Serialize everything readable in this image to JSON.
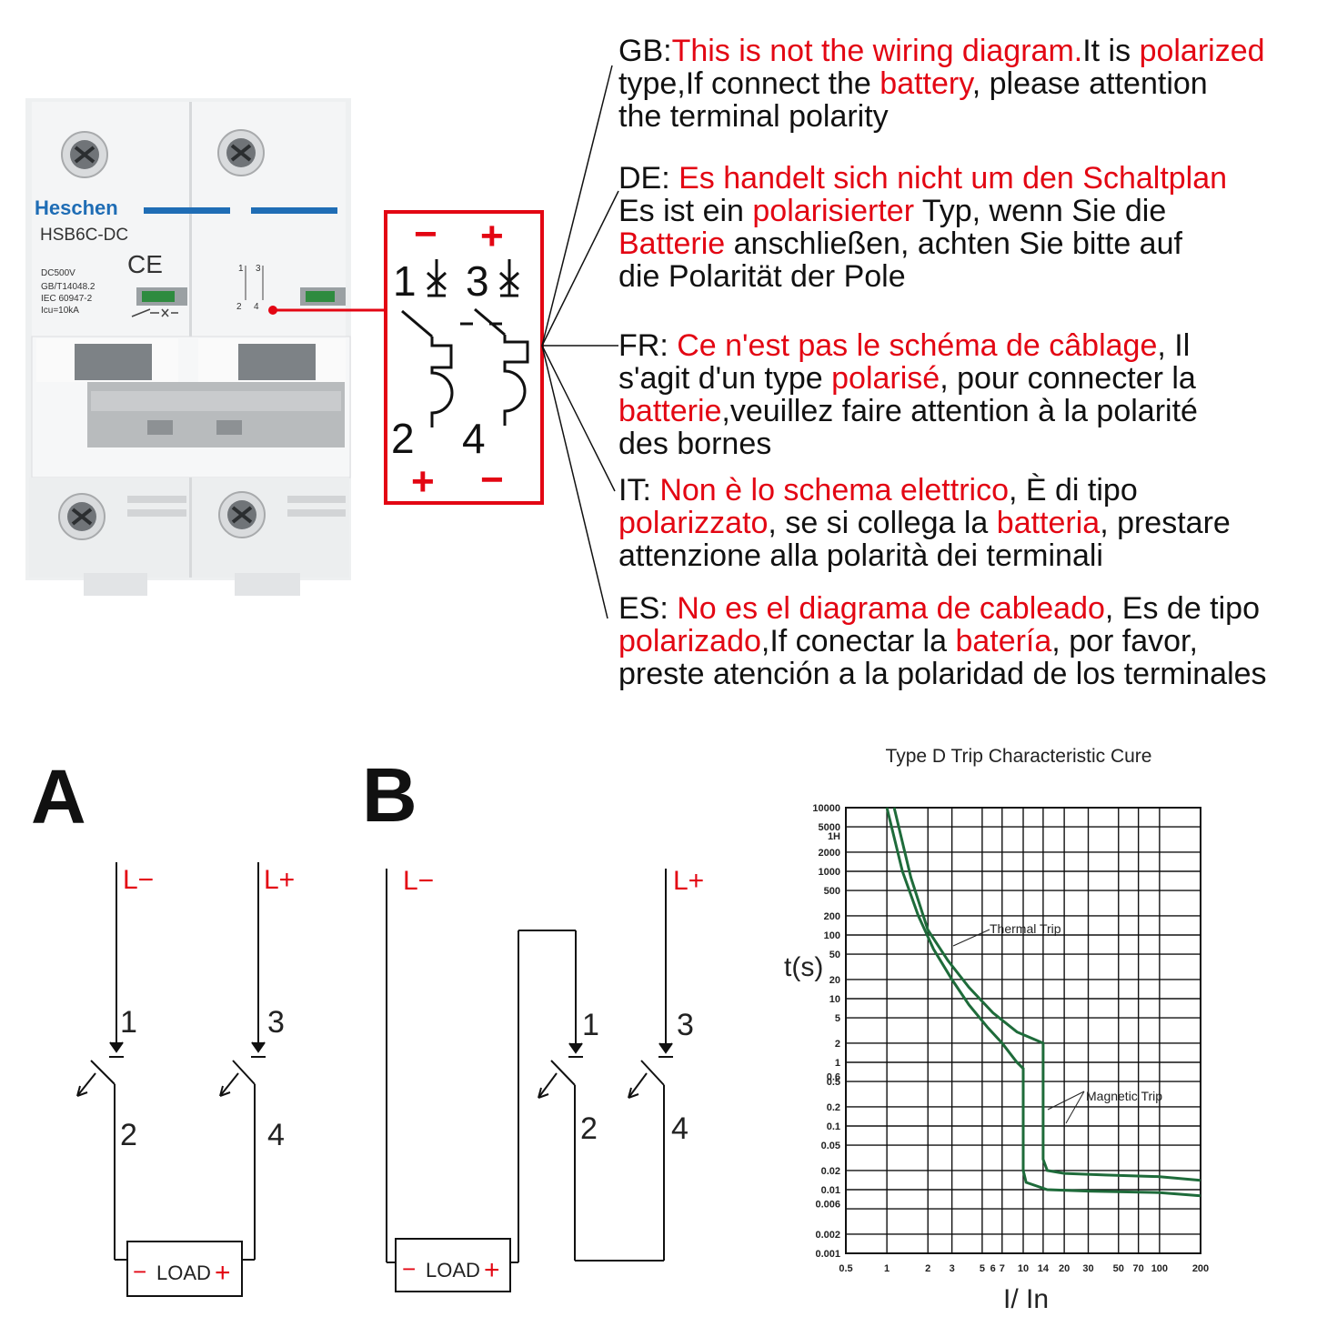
{
  "breaker": {
    "brand": "Heschen",
    "model": "HSB6C-DC",
    "ce_mark": "CE",
    "specs": [
      "DC500V",
      "GB/T14048.2",
      "IEC 60947-2",
      "Icu=10kA"
    ],
    "symbol_mini": [
      "1",
      "3",
      "2",
      "4"
    ]
  },
  "polarity_box": {
    "top_left_sign": "−",
    "top_right_sign": "+",
    "bottom_left_sign": "+",
    "bottom_right_sign": "−",
    "terminals": [
      "1",
      "3",
      "2",
      "4"
    ],
    "color": "#e30613"
  },
  "notes": [
    {
      "lines": [
        [
          {
            "t": "GB:",
            "r": false
          },
          {
            "t": "This is not the wiring diagram.",
            "r": true
          },
          {
            "t": "It is ",
            "r": false
          },
          {
            "t": "polarized",
            "r": true
          }
        ],
        [
          {
            "t": " type,If connect the ",
            "r": false
          },
          {
            "t": "battery",
            "r": true
          },
          {
            "t": ", please attention",
            "r": false
          }
        ],
        [
          {
            "t": "the terminal polarity",
            "r": false
          }
        ]
      ]
    },
    {
      "lines": [
        [
          {
            "t": "DE: ",
            "r": false
          },
          {
            "t": "Es handelt sich nicht um den Schaltplan",
            "r": true
          }
        ],
        [
          {
            "t": "Es ist ein ",
            "r": false
          },
          {
            "t": "polarisierter",
            "r": true
          },
          {
            "t": " Typ, wenn Sie die",
            "r": false
          }
        ],
        [
          {
            "t": "Batterie",
            "r": true
          },
          {
            "t": " anschließen, achten Sie bitte auf",
            "r": false
          }
        ],
        [
          {
            "t": "die Polarität der Pole",
            "r": false
          }
        ]
      ]
    },
    {
      "lines": [
        [
          {
            "t": "FR: ",
            "r": false
          },
          {
            "t": "Ce n'est pas le schéma de câblage",
            "r": true
          },
          {
            "t": ", Il",
            "r": false
          }
        ],
        [
          {
            "t": "s'agit d'un type ",
            "r": false
          },
          {
            "t": "polarisé",
            "r": true
          },
          {
            "t": ", pour connecter la",
            "r": false
          }
        ],
        [
          {
            "t": "batterie",
            "r": true
          },
          {
            "t": ",veuillez faire attention à la polarité",
            "r": false
          }
        ],
        [
          {
            "t": "des bornes",
            "r": false
          }
        ]
      ]
    },
    {
      "lines": [
        [
          {
            "t": "IT: ",
            "r": false
          },
          {
            "t": "Non è lo schema elettrico",
            "r": true
          },
          {
            "t": ", È di tipo",
            "r": false
          }
        ],
        [
          {
            "t": "polarizzato",
            "r": true
          },
          {
            "t": ", se si collega la ",
            "r": false
          },
          {
            "t": "batteria",
            "r": true
          },
          {
            "t": ", prestare",
            "r": false
          }
        ],
        [
          {
            "t": "attenzione alla polarità dei terminali",
            "r": false
          }
        ]
      ]
    },
    {
      "lines": [
        [
          {
            "t": "ES: ",
            "r": false
          },
          {
            "t": "No es el diagrama de cableado",
            "r": true
          },
          {
            "t": ", Es de tipo",
            "r": false
          }
        ],
        [
          {
            "t": "polarizado",
            "r": true
          },
          {
            "t": ",If conectar la ",
            "r": false
          },
          {
            "t": "batería",
            "r": true
          },
          {
            "t": ", por favor,",
            "r": false
          }
        ],
        [
          {
            "t": "preste atención a la polaridad de los terminales",
            "r": false
          }
        ]
      ]
    }
  ],
  "diagram_a": {
    "letter": "A",
    "left_label": "L−",
    "right_label": "L+",
    "terminals": [
      "1",
      "2",
      "3",
      "4"
    ],
    "load": {
      "minus": "−",
      "label": "LOAD",
      "plus": "+"
    }
  },
  "diagram_b": {
    "letter": "B",
    "left_label": "L−",
    "right_label": "L+",
    "terminals": [
      "1",
      "2",
      "3",
      "4"
    ],
    "load": {
      "minus": "−",
      "label": "LOAD",
      "plus": "+"
    }
  },
  "chart_data": {
    "type": "line",
    "title": "Type D Trip Characteristic Cure",
    "xlabel": "I/ In",
    "ylabel": "t(s)",
    "x_ticks": [
      "0.5",
      "1",
      "2",
      "3",
      "5",
      "6",
      "7",
      "10",
      "14",
      "20",
      "30",
      "50",
      "70",
      "100",
      "200"
    ],
    "y_ticks": [
      "10000",
      "5000",
      "1H",
      "2000",
      "1000",
      "500",
      "200",
      "100",
      "50",
      "20",
      "10",
      "5",
      "2",
      "1",
      "0.6",
      "0.5",
      "0.2",
      "0.1",
      "0.05",
      "0.02",
      "0.01",
      "0.006",
      "0.002",
      "0.001"
    ],
    "annotations": [
      "Thermal Trip",
      "Magnetic Trip"
    ],
    "log_scale": true,
    "grid": true,
    "curve_color": "#1e6b3a",
    "series": [
      {
        "x": [
          1.0,
          1.3,
          1.7,
          2.2,
          3,
          4,
          5.5,
          7,
          9,
          10,
          10,
          10.5,
          15,
          30,
          100,
          200
        ],
        "y": [
          10000,
          1000,
          200,
          60,
          20,
          8,
          3.5,
          2,
          1,
          0.8,
          0.02,
          0.013,
          0.01,
          0.0095,
          0.009,
          0.008
        ]
      },
      {
        "x": [
          1.13,
          1.5,
          2,
          2.8,
          4,
          6,
          9,
          14,
          14,
          15,
          20,
          40,
          100,
          200
        ],
        "y": [
          10000,
          800,
          120,
          40,
          15,
          6,
          3,
          2,
          0.03,
          0.02,
          0.018,
          0.017,
          0.016,
          0.014
        ]
      }
    ]
  }
}
